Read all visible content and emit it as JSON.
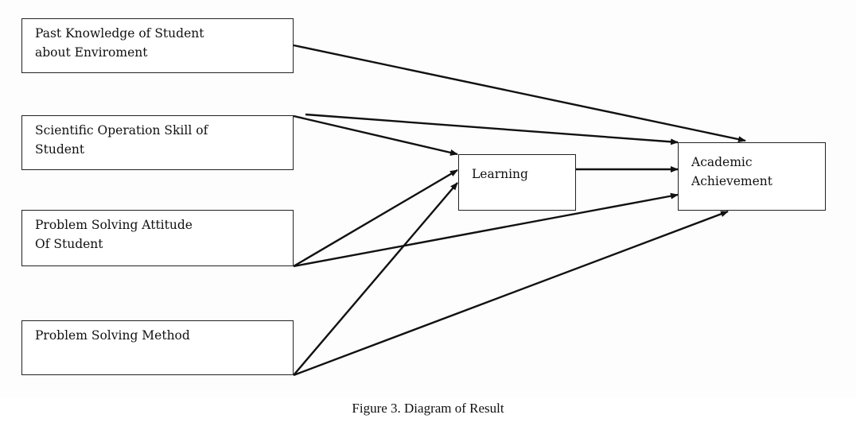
{
  "diagram": {
    "nodes": [
      {
        "id": "past-knowledge",
        "label": "Past Knowledge of  Student\nabout Enviroment"
      },
      {
        "id": "scientific-skill",
        "label": "Scientific Operation Skill of\nStudent"
      },
      {
        "id": "problem-attitude",
        "label": "Problem Solving Attitude\nOf Student"
      },
      {
        "id": "problem-method",
        "label": "Problem Solving Method"
      },
      {
        "id": "learning",
        "label": "Learning"
      },
      {
        "id": "academic-achievement",
        "label": "Academic\nAchievement"
      }
    ],
    "edges": [
      {
        "from": "past-knowledge",
        "to": "academic-achievement"
      },
      {
        "from": "scientific-skill",
        "to": "academic-achievement"
      },
      {
        "from": "scientific-skill",
        "to": "learning"
      },
      {
        "from": "problem-attitude",
        "to": "learning"
      },
      {
        "from": "problem-attitude",
        "to": "academic-achievement"
      },
      {
        "from": "problem-method",
        "to": "learning"
      },
      {
        "from": "problem-method",
        "to": "academic-achievement"
      },
      {
        "from": "learning",
        "to": "academic-achievement"
      }
    ]
  },
  "caption": "Figure 3. Diagram of Result"
}
